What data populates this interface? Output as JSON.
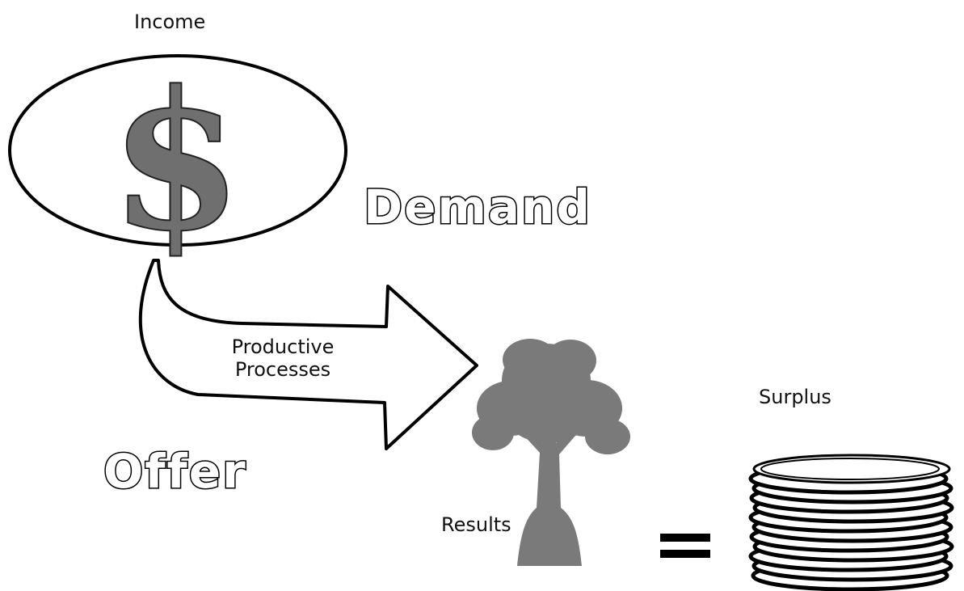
{
  "labels": {
    "income": "Income",
    "demand": "Demand",
    "productive_processes_line1": "Productive",
    "productive_processes_line2": "Processes",
    "offer": "Offer",
    "results": "Results",
    "surplus": "Surplus",
    "dollar_sign": "$",
    "equals": "="
  },
  "icons": {
    "income": "dollar-sign-icon",
    "results": "tree-icon",
    "surplus": "coin-stack-icon"
  },
  "colors": {
    "line": "#000000",
    "dollar": "#6f6f6f",
    "tree": "#7a7a7a",
    "background": "#ffffff"
  }
}
